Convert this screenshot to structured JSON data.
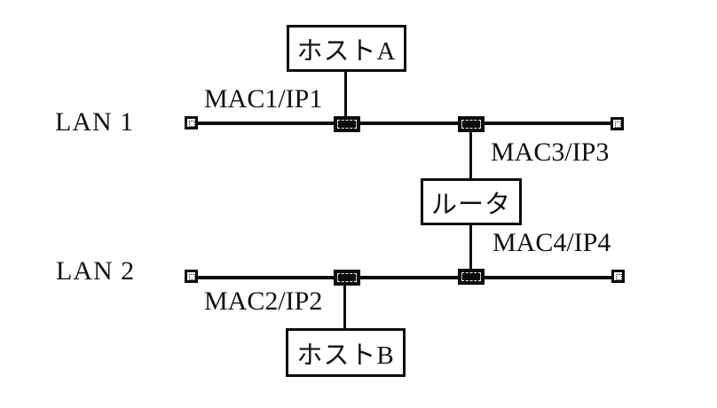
{
  "diagram": {
    "description": "Two-LAN network diagram: Host A on LAN 1 and Host B on LAN 2 connected through a router",
    "background_color": "#ffffff",
    "ink_color": "#0d0d0d",
    "labels": {
      "lan1": "LAN 1",
      "lan2": "LAN 2",
      "mac1_ip1": "MAC1/IP1",
      "mac2_ip2": "MAC2/IP2",
      "mac3_ip3": "MAC3/IP3",
      "mac4_ip4": "MAC4/IP4"
    },
    "nodes": {
      "host_a": "ホストA",
      "router": "ルータ",
      "host_b": "ホストB"
    },
    "connections": {
      "host_a_interface": "MAC1/IP1 on LAN 1",
      "host_b_interface": "MAC2/IP2 on LAN 2",
      "router_lan1_interface": "MAC3/IP3 on LAN 1",
      "router_lan2_interface": "MAC4/IP4 on LAN 2"
    }
  }
}
